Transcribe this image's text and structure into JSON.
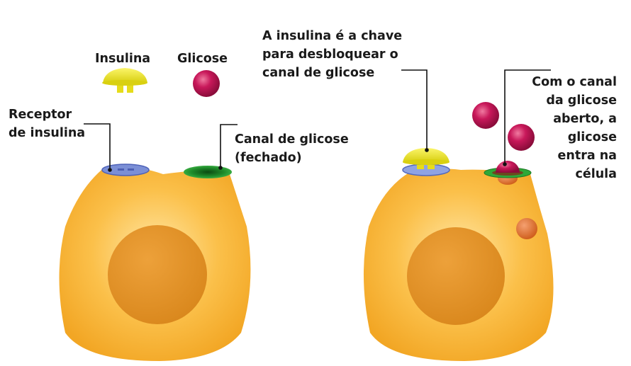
{
  "legend": {
    "insulin": "Insulina",
    "glucose": "Glicose"
  },
  "left_cell": {
    "receptor_label": [
      "Receptor",
      "de insulina"
    ],
    "channel_label": [
      "Canal de glicose",
      "(fechado)"
    ]
  },
  "right_cell": {
    "key_label": [
      "A insulina é a chave",
      "para desbloquear o",
      "canal de glicose"
    ],
    "open_label": [
      "Com o canal",
      "da glicose",
      "aberto, a",
      "glicose",
      "entra na",
      "célula"
    ]
  },
  "colors": {
    "cell": "#f9b233",
    "nucleus": "#e8921f",
    "insulin": "#e8e22a",
    "glucose": "#c8185a",
    "receptor": "#7b8fd6",
    "channel": "#2a9a32",
    "glucose_inside": "#e0702a"
  }
}
